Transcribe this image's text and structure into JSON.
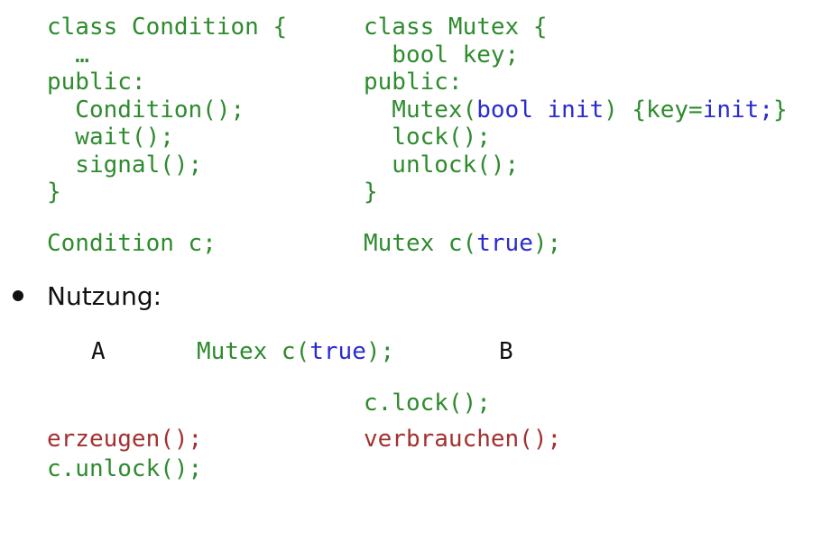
{
  "colors": {
    "code": "#2e8b2e",
    "keyword": "#2a2ad0",
    "action": "#a33030",
    "label": "#111111"
  },
  "left_class": [
    [
      {
        "t": "class Condition {",
        "c": "g"
      }
    ],
    [
      {
        "t": "  …",
        "c": "g"
      }
    ],
    [
      {
        "t": "public:",
        "c": "g"
      }
    ],
    [
      {
        "t": "  Condition();",
        "c": "g"
      }
    ],
    [
      {
        "t": "  wait();",
        "c": "g"
      }
    ],
    [
      {
        "t": "  signal();",
        "c": "g"
      }
    ],
    [
      {
        "t": "}",
        "c": "g"
      }
    ]
  ],
  "right_class": [
    [
      {
        "t": "class Mutex {",
        "c": "g"
      }
    ],
    [
      {
        "t": "  bool key;",
        "c": "g"
      }
    ],
    [
      {
        "t": "public:",
        "c": "g"
      }
    ],
    [
      {
        "t": "  Mutex(",
        "c": "g"
      },
      {
        "t": "bool init",
        "c": "b"
      },
      {
        "t": ") {key=",
        "c": "g"
      },
      {
        "t": "init;",
        "c": "b"
      },
      {
        "t": "}",
        "c": "g"
      }
    ],
    [
      {
        "t": "  lock();",
        "c": "g"
      }
    ],
    [
      {
        "t": "  unlock();",
        "c": "g"
      }
    ],
    [
      {
        "t": "}",
        "c": "g"
      }
    ]
  ],
  "left_decl": [
    {
      "t": "Condition c;",
      "c": "g"
    }
  ],
  "right_decl": [
    {
      "t": "Mutex c(",
      "c": "g"
    },
    {
      "t": "true",
      "c": "b"
    },
    {
      "t": ");",
      "c": "g"
    }
  ],
  "usage_heading": "Nutzung:",
  "usage": {
    "label_a": [
      {
        "t": "A",
        "c": "k"
      }
    ],
    "shared_decl": [
      {
        "t": "Mutex c(",
        "c": "g"
      },
      {
        "t": "true",
        "c": "b"
      },
      {
        "t": ");",
        "c": "g"
      }
    ],
    "label_b": [
      {
        "t": "B",
        "c": "k"
      }
    ],
    "b_lock": [
      {
        "t": "c.lock();",
        "c": "g"
      }
    ],
    "a_produce": [
      {
        "t": "erzeugen();",
        "c": "r"
      }
    ],
    "b_consume": [
      {
        "t": "verbrauchen();",
        "c": "r"
      }
    ],
    "a_unlock": [
      {
        "t": "c.unlock();",
        "c": "g"
      }
    ]
  }
}
